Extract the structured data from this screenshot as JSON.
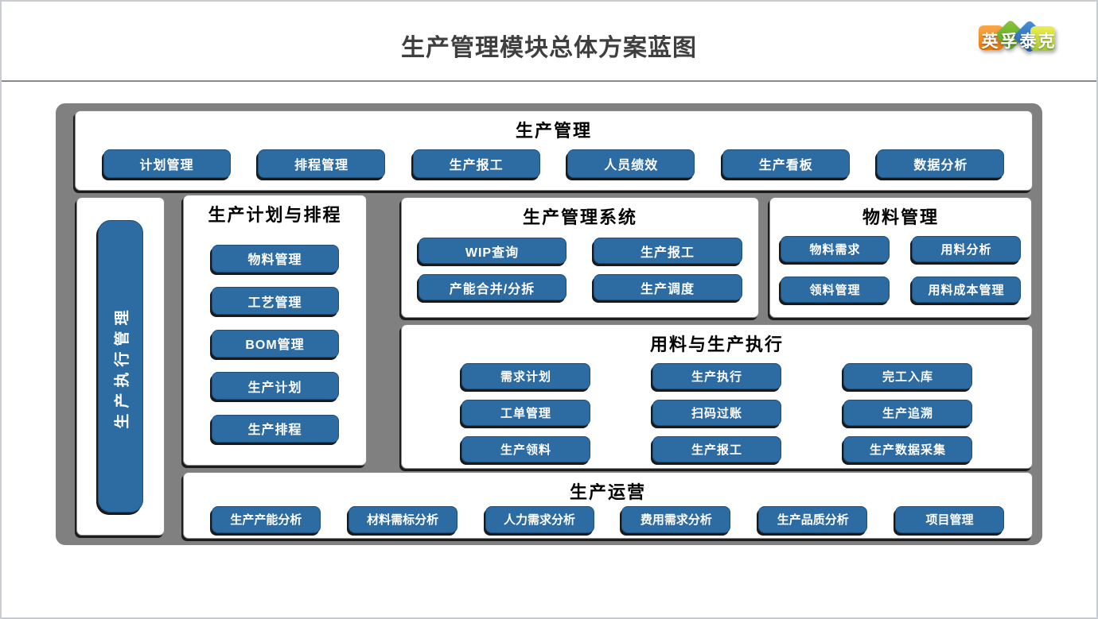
{
  "header": {
    "title": "生产管理模块总体方案蓝图",
    "logo_chars": [
      "英",
      "孚",
      "泰",
      "克"
    ]
  },
  "colors": {
    "block_blue": "#2d6ba3",
    "block_border": "#1d4e79",
    "frame_gray": "#808080",
    "title_gray": "#3f3f3f",
    "logo_orange": "#ef8b12",
    "logo_green": "#6fb33c",
    "logo_blue": "#2f6fc1",
    "logo_lime": "#bcd43f"
  },
  "diagram": {
    "left_bar": {
      "label": "生产执行管理"
    },
    "top": {
      "title": "生产管理",
      "buttons": [
        "计划管理",
        "排程管理",
        "生产报工",
        "人员绩效",
        "生产看板",
        "数据分析"
      ]
    },
    "plan": {
      "title": "生产计划与排程",
      "buttons": [
        "物料管理",
        "工艺管理",
        "BOM管理",
        "生产计划",
        "生产排程"
      ]
    },
    "system": {
      "title": "生产管理系统",
      "buttons": [
        "WIP查询",
        "生产报工",
        "产能合并/分拆",
        "生产调度"
      ]
    },
    "material": {
      "title": "物料管理",
      "buttons": [
        "物料需求",
        "用料分析",
        "领料管理",
        "用料成本管理"
      ]
    },
    "exec": {
      "title": "用料与生产执行",
      "buttons": [
        "需求计划",
        "生产执行",
        "完工入库",
        "工单管理",
        "扫码过账",
        "生产追溯",
        "生产领料",
        "生产报工",
        "生产数据采集"
      ]
    },
    "ops": {
      "title": "生产运营",
      "buttons": [
        "生产产能分析",
        "材料需标分析",
        "人力需求分析",
        "费用需求分析",
        "生产品质分析",
        "项目管理"
      ]
    }
  }
}
